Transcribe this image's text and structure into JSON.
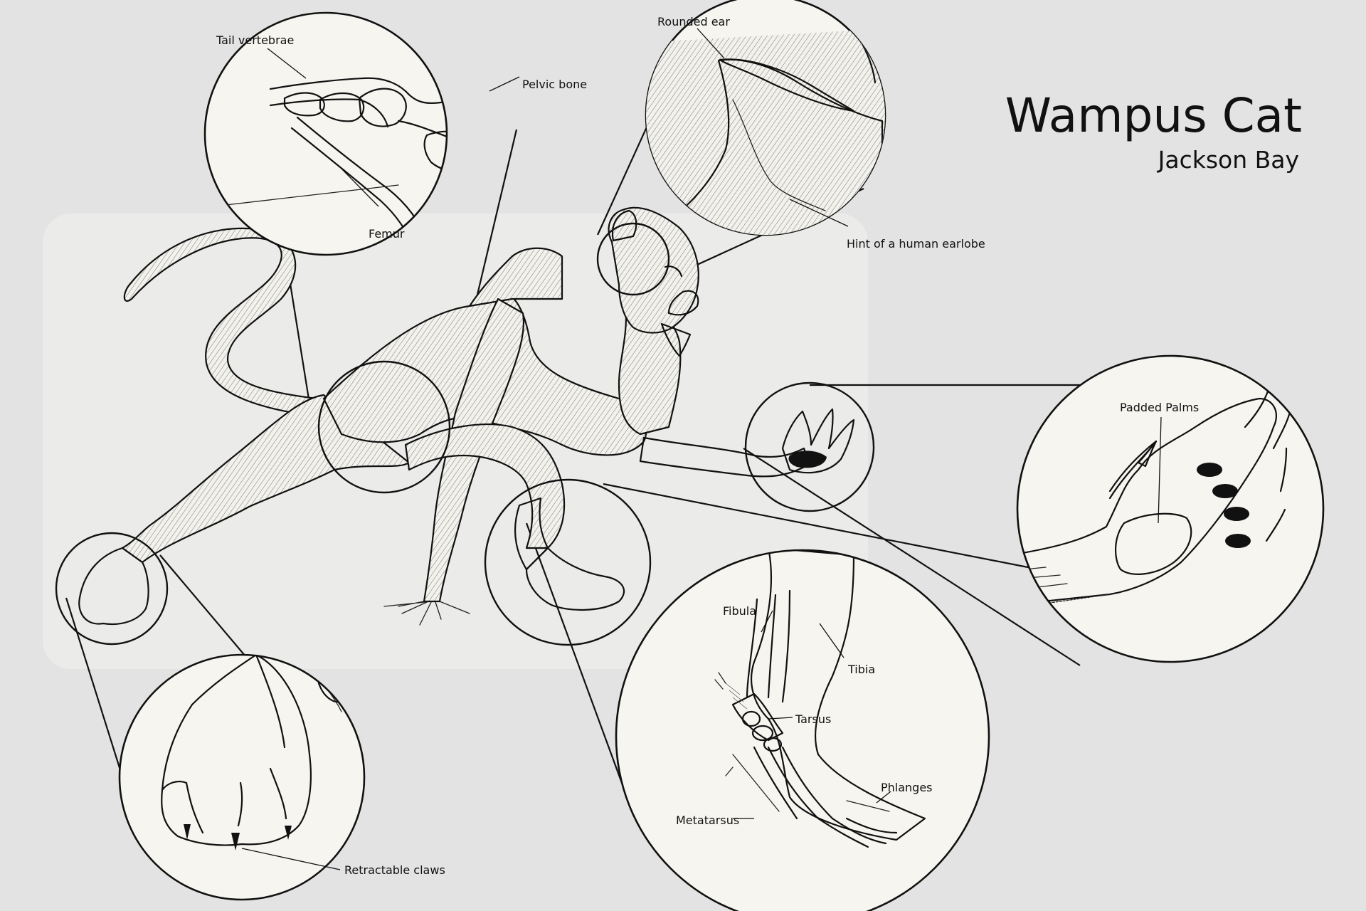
{
  "title": "Wampus Cat",
  "author": "Jackson Bay",
  "labels": {
    "tail_vertebrae": "Tail vertebrae",
    "pelvic_bone": "Pelvic bone",
    "femur": "Femur",
    "rounded_ear": "Rounded ear",
    "human_earlobe": "Hint of a human earlobe",
    "padded_palms": "Padded Palms",
    "fibula": "Fibula",
    "tibia": "Tibia",
    "tarsus": "Tarsus",
    "metatarsus": "Metatarsus",
    "phlanges": "Phlanges",
    "retractable_claws": "Retractable claws"
  },
  "colors": {
    "background": "#e3e3e3",
    "paper": "#f6f5f0",
    "ink": "#111111"
  }
}
